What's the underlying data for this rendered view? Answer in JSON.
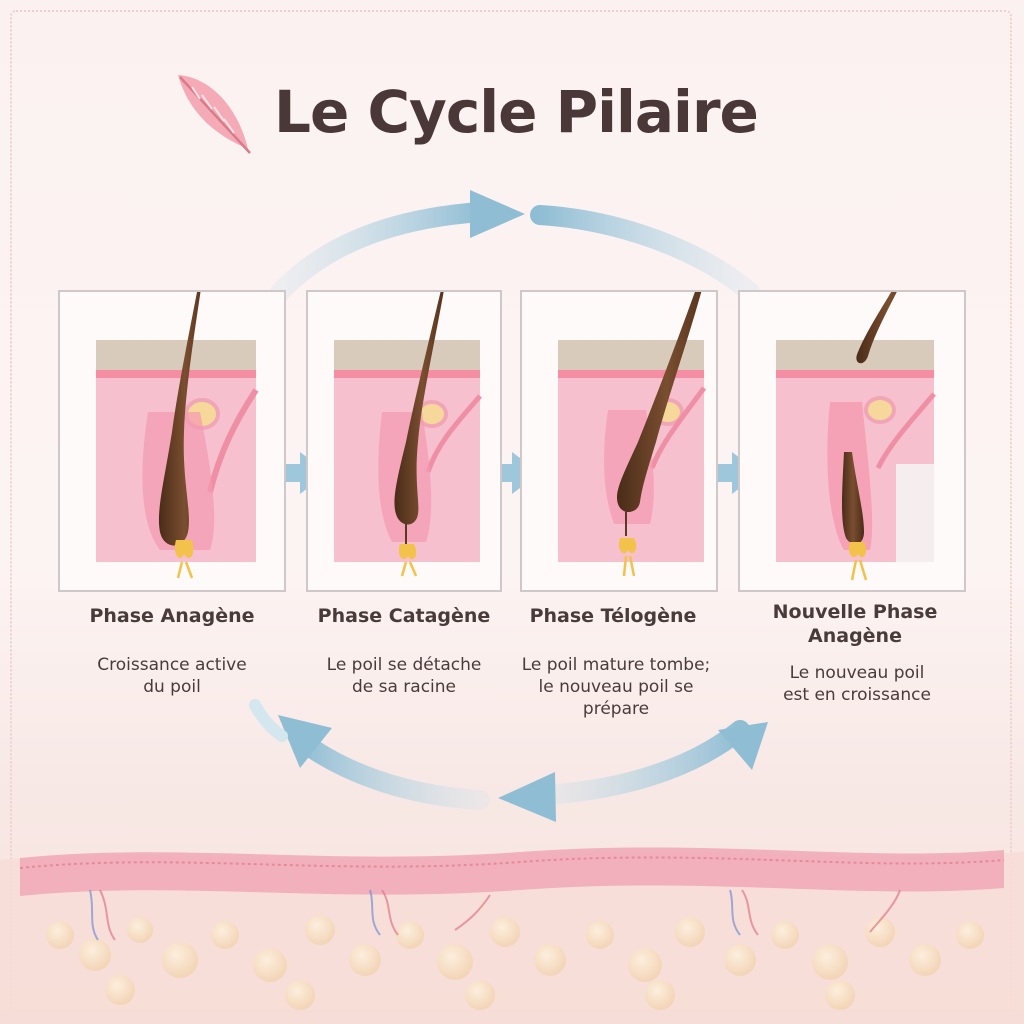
{
  "title": "Le Cycle Pilaire",
  "icon": "feather-icon",
  "colors": {
    "title": "#4a3737",
    "skin_pink": "#f7b9c9",
    "epidermis": "#d9cbbc",
    "hair": "#5b3a24",
    "bulb": "#f2c24b",
    "arrow": "#9ec7dc"
  },
  "phases": [
    {
      "title": "Phase Anagène",
      "description": [
        "Croissance active",
        "du poil"
      ]
    },
    {
      "title": "Phase Catagène",
      "description": [
        "Le poil se détache",
        "de sa racine"
      ]
    },
    {
      "title": "Phase Télogène",
      "description": [
        "Le poil mature tombe;",
        "le nouveau poil se",
        "prépare"
      ]
    },
    {
      "title": [
        "Nouvelle Phase",
        "Anagène"
      ],
      "description": [
        "Le nouveau poil",
        "est en croissance"
      ]
    }
  ]
}
